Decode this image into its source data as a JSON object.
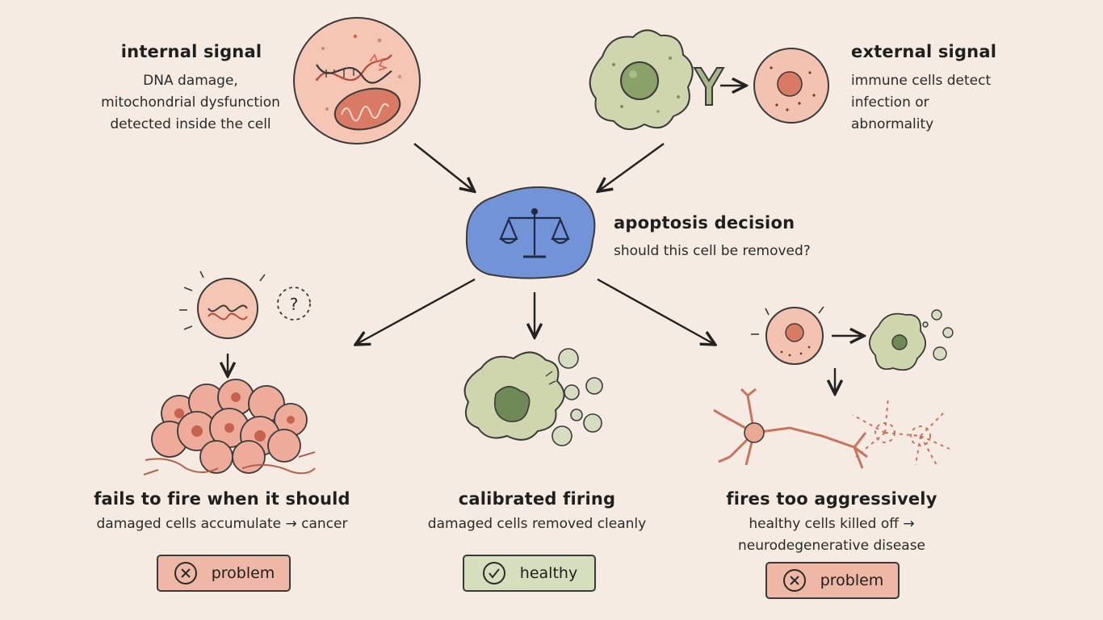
{
  "internal_signal": {
    "title": "internal signal",
    "lines": [
      "DNA damage,",
      "mitochondrial dysfunction",
      "detected inside the cell"
    ]
  },
  "external_signal": {
    "title": "external signal",
    "lines": [
      "immune cells detect",
      "infection or",
      "abnormality"
    ]
  },
  "decision": {
    "title": "apoptosis decision",
    "question": "should this cell be removed?"
  },
  "outcomes": [
    {
      "title": "fails to fire when it should",
      "lines": [
        "damaged cells accumulate → cancer"
      ],
      "badge": "problem"
    },
    {
      "title": "calibrated firing",
      "lines": [
        "damaged cells removed cleanly"
      ],
      "badge": "healthy"
    },
    {
      "title": "fires too aggressively",
      "lines": [
        "healthy cells killed off →",
        "neurodegenerative disease"
      ],
      "badge": "problem"
    }
  ],
  "question_mark": "?",
  "colors": {
    "background": "#f5ebe2",
    "cell_pink": "#f4c2b0",
    "nucleus_red": "#d97a64",
    "immune_green": "#c9d3a7",
    "decision_blue": "#6f8fd6",
    "problem_badge": "#efb7a6",
    "healthy_badge": "#d6dfbd"
  }
}
